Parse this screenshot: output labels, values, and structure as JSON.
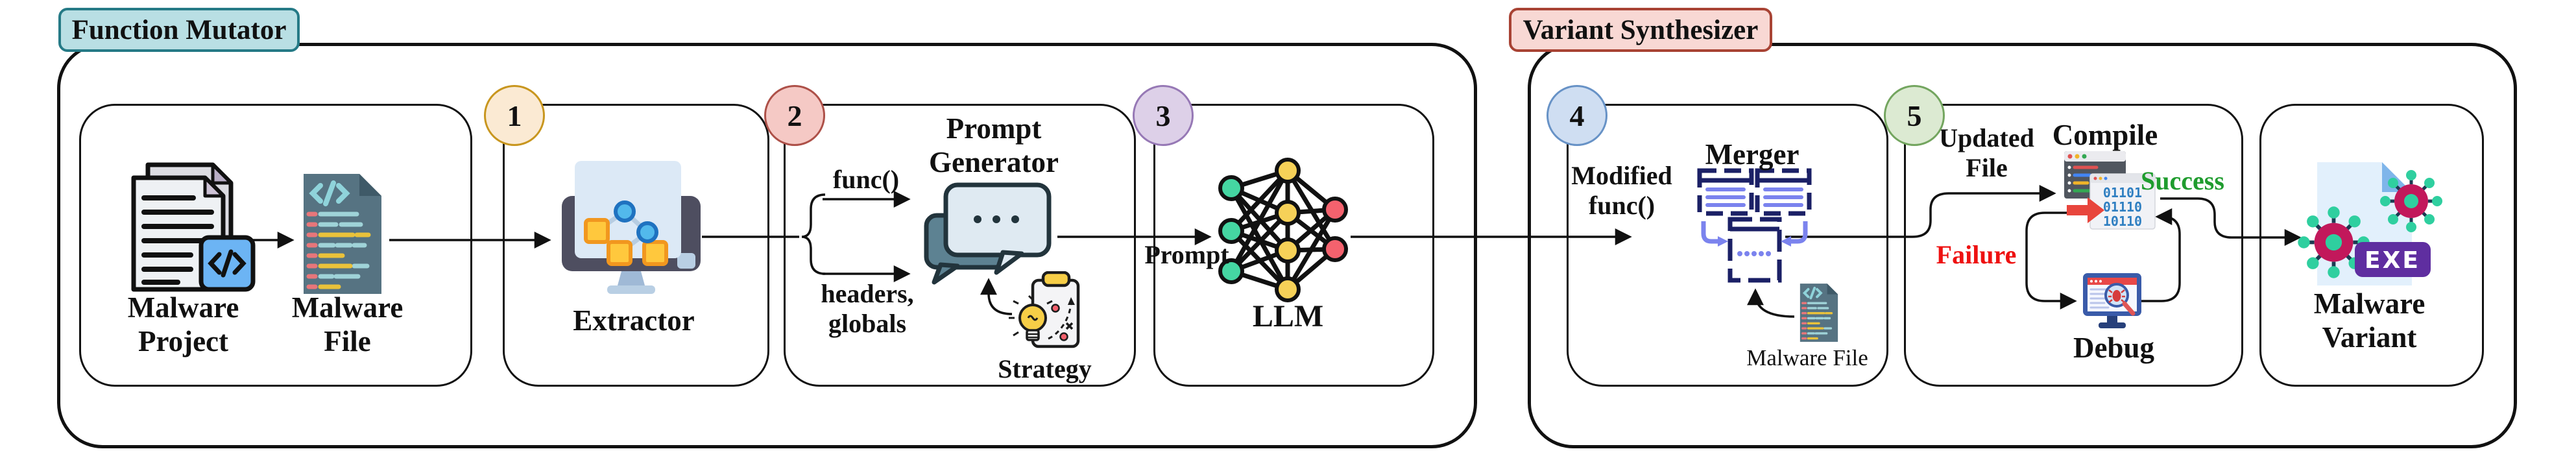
{
  "figure": {
    "mutator_title": "Function Mutator",
    "synthesizer_title": "Variant Synthesizer"
  },
  "colors": {
    "mutator_tag_bg": "#b9dfe4",
    "mutator_tag_border": "#257a86",
    "synthesizer_tag_bg": "#f8d8d4",
    "synthesizer_tag_border": "#a84334",
    "success": "#1f9c2e",
    "failure": "#ee1111",
    "llm_input_node": "#45d6a2",
    "llm_hidden_node": "#f6d158",
    "llm_output_node": "#f4626e",
    "virus_body": "#c2185b",
    "virus_dots": "#2fcf9f",
    "exe_badge": "#5f2ea0"
  },
  "badges": [
    {
      "num": "1",
      "fill": "#fbead3",
      "border": "#c8961e"
    },
    {
      "num": "2",
      "fill": "#f5c9c5",
      "border": "#ad5048"
    },
    {
      "num": "3",
      "fill": "#ddd0e8",
      "border": "#9678b5"
    },
    {
      "num": "4",
      "fill": "#cfdef2",
      "border": "#6792c6"
    },
    {
      "num": "5",
      "fill": "#dcead2",
      "border": "#73a55f"
    }
  ],
  "stages": {
    "malware_project": {
      "line1": "Malware",
      "line2": "Project"
    },
    "malware_file": {
      "line1": "Malware",
      "line2": "File"
    },
    "extractor": {
      "label": "Extractor"
    },
    "prompt_generator": {
      "title1": "Prompt",
      "title2": "Generator",
      "arrow_top": "func()",
      "arrow_bottom1": "headers,",
      "arrow_bottom2": "globals",
      "strategy": "Strategy"
    },
    "llm": {
      "label": "LLM",
      "input": "Prompt"
    },
    "merger": {
      "title": "Merger",
      "input1": "Modified",
      "input2": "func()",
      "file": "Malware File"
    },
    "compile": {
      "title": "Compile",
      "input1": "Updated",
      "input2": "File",
      "success": "Success",
      "failure": "Failure",
      "debug": "Debug"
    },
    "malware_variant": {
      "exe": "EXE",
      "line1": "Malware",
      "line2": "Variant"
    }
  }
}
